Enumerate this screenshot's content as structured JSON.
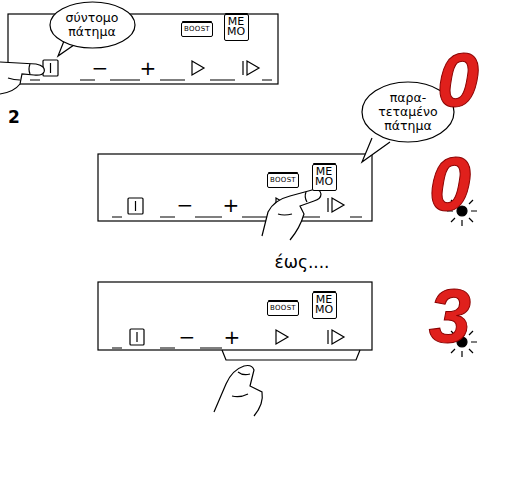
{
  "diagram": {
    "nodes": [
      {
        "text": [
          "σύντομο πάτημα"
        ]
      },
      {
        "text": [
          "BOOST"
        ]
      },
      {
        "text": [
          "ME MO"
        ]
      },
      {
        "text": [
          "παρα- τεταμένο πάτημα"
        ]
      },
      {
        "text": [
          "BOOST"
        ]
      },
      {
        "text": [
          "ME MO"
        ]
      },
      {
        "text": [
          "BOOST"
        ]
      },
      {
        "text": [
          "ME MO"
        ]
      }
    ],
    "labels": [
      "2",
      "−",
      "+",
      "0",
      "−",
      "+",
      "έως....",
      "0",
      "−",
      "+",
      "3"
    ]
  }
}
